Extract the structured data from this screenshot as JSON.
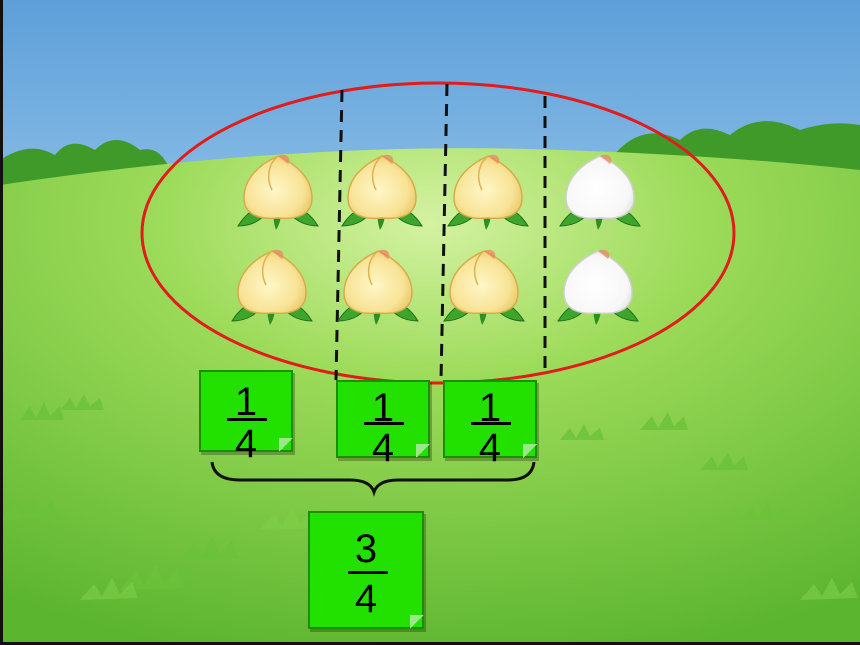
{
  "scene": {
    "description_colors": {
      "sky_top": "#6fa8dc",
      "sky_bottom": "#d8ecf8",
      "grass": "#7fce42",
      "ellipse": "#e31b1b",
      "card": "#22e000",
      "peach_colored": "#f8e79a",
      "peach_white": "#ffffff",
      "leaf": "#3aa02a"
    },
    "peach_grid": {
      "rows": 2,
      "columns": 4,
      "colored_columns": 3
    }
  },
  "fractions": {
    "part1": {
      "numerator": "1",
      "denominator": "4"
    },
    "part2": {
      "numerator": "1",
      "denominator": "4"
    },
    "part3": {
      "numerator": "1",
      "denominator": "4"
    },
    "total": {
      "numerator": "3",
      "denominator": "4"
    }
  }
}
